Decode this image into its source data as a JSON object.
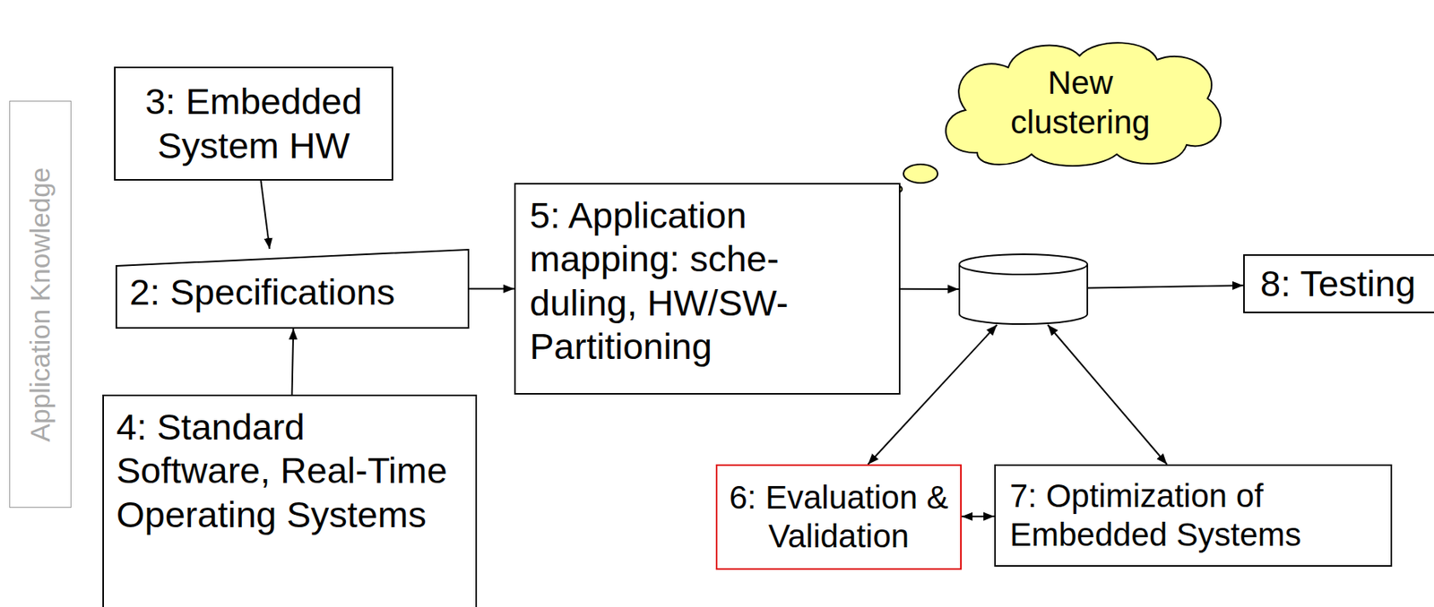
{
  "diagram": {
    "nodes": [
      {
        "text": [
          "Application Knowledge"
        ]
      },
      {
        "text": [
          "3: Embedded System HW"
        ]
      },
      {
        "text": [
          "2: Specifications"
        ]
      },
      {
        "text": [
          "4: Standard Software, Real-Time Operating Systems"
        ]
      },
      {
        "text": [
          "5: Application mapping: sche- duling, HW/SW- Partitioning"
        ]
      },
      {
        "text": [
          "New clustering"
        ]
      },
      {
        "text": []
      },
      {
        "text": [
          "8: Testing"
        ]
      },
      {
        "text": [
          "6: Evaluation & Validation"
        ]
      },
      {
        "text": [
          "7: Optimization of Embedded Systems"
        ]
      }
    ],
    "edges": [
      {
        "from": 1,
        "to": 2,
        "arrow": "to"
      },
      {
        "from": 3,
        "to": 2,
        "arrow": "to"
      },
      {
        "from": 2,
        "to": 4,
        "arrow": "to"
      },
      {
        "from": 4,
        "to": 6,
        "arrow": "to"
      },
      {
        "from": 6,
        "to": 7,
        "arrow": "to"
      },
      {
        "from": 6,
        "to": 8,
        "arrow": "both"
      },
      {
        "from": 6,
        "to": 9,
        "arrow": "both"
      },
      {
        "from": 8,
        "to": 9,
        "arrow": "both"
      }
    ]
  }
}
